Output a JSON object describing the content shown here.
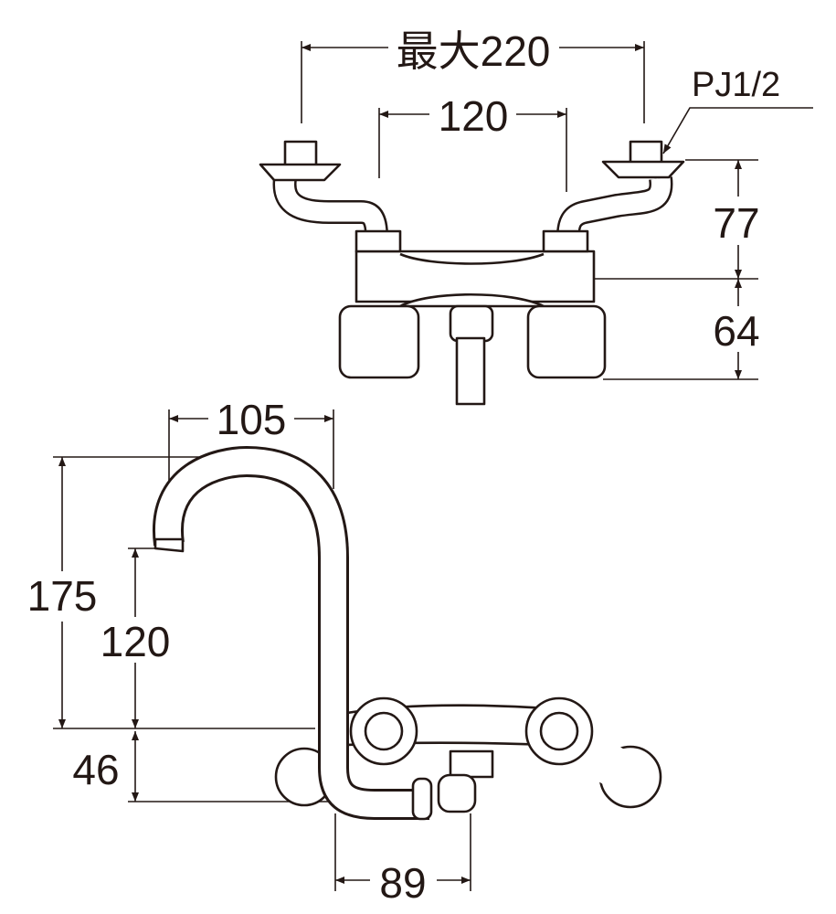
{
  "top_view": {
    "max_width": "最大220",
    "center_distance": "120",
    "thread": "PJ1/2",
    "height_upper": "77",
    "height_lower": "64"
  },
  "side_view": {
    "spout_reach": "105",
    "total_height": "175",
    "spout_height": "120",
    "base_height": "46",
    "depth": "89"
  },
  "colors": {
    "line": "#231815",
    "background": "#ffffff"
  }
}
